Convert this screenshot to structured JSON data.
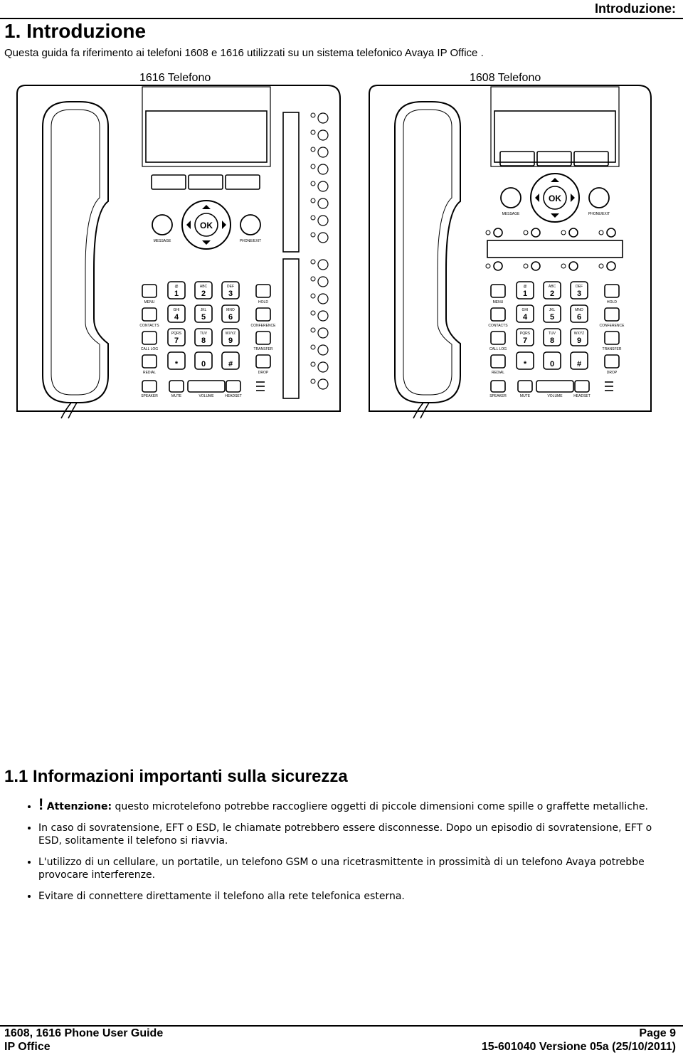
{
  "header": {
    "section": "Introduzione:"
  },
  "chapter": {
    "title": "1. Introduzione",
    "intro": "Questa guida fa riferimento ai telefoni 1608 e 1616 utilizzati su un sistema telefonico Avaya IP Office ."
  },
  "phones": {
    "caption_1616": "1616 Telefono",
    "caption_1608": "1608 Telefono",
    "labels": {
      "message": "MESSAGE",
      "phone_exit": "PHONE/EXIT",
      "ok": "OK",
      "menu": "MENU",
      "contacts": "CONTACTS",
      "call_log": "CALL LOG",
      "redial": "REDIAL",
      "speaker": "SPEAKER",
      "mute": "MUTE",
      "volume": "VOLUME",
      "headset": "HEADSET",
      "hold": "HOLD",
      "conference": "CONFERENCE",
      "transfer": "TRANSFER",
      "drop": "DROP",
      "keys": [
        {
          "n": "1",
          "l": "@"
        },
        {
          "n": "2",
          "l": "ABC"
        },
        {
          "n": "3",
          "l": "DEF"
        },
        {
          "n": "4",
          "l": "GHI"
        },
        {
          "n": "5",
          "l": "JKL"
        },
        {
          "n": "6",
          "l": "MNO"
        },
        {
          "n": "7",
          "l": "PQRS"
        },
        {
          "n": "8",
          "l": "TUV"
        },
        {
          "n": "9",
          "l": "WXYZ"
        },
        {
          "n": "*",
          "l": ""
        },
        {
          "n": "0",
          "l": ""
        },
        {
          "n": "#",
          "l": ""
        }
      ]
    }
  },
  "safety": {
    "title": "1.1 Informazioni importanti sulla sicurezza",
    "items": [
      {
        "mark": "!",
        "label": "Attenzione:",
        "text": " questo microtelefono potrebbe raccogliere oggetti di piccole dimensioni come spille o graffette metalliche."
      },
      {
        "text": "In caso di sovratensione, EFT o ESD, le chiamate potrebbero essere disconnesse. Dopo un episodio di sovratensione, EFT o ESD, solitamente il telefono si riavvia."
      },
      {
        "text": "L'utilizzo di un cellulare, un portatile, un telefono GSM o una ricetrasmittente in prossimità di un telefono Avaya potrebbe provocare interferenze."
      },
      {
        "text": "Evitare di connettere direttamente il telefono alla rete telefonica esterna."
      }
    ]
  },
  "footer": {
    "guide": "1608, 1616 Phone User Guide",
    "page": "Page 9",
    "product": "IP Office",
    "version": "15-601040 Versione 05a (25/10/2011)"
  }
}
